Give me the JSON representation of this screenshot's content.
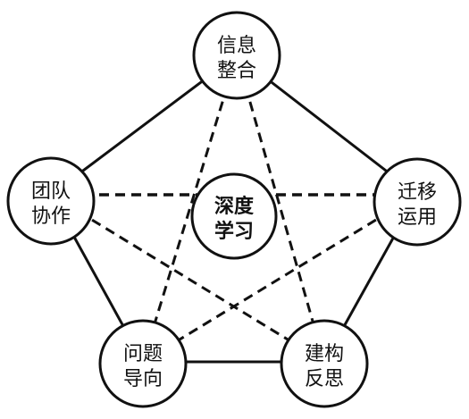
{
  "diagram": {
    "center": {
      "lines": [
        "深度",
        "学习"
      ]
    },
    "nodes": [
      {
        "id": "info",
        "lines": [
          "信息",
          "整合"
        ]
      },
      {
        "id": "transfer",
        "lines": [
          "迁移",
          "运用"
        ]
      },
      {
        "id": "reflect",
        "lines": [
          "建构",
          "反思"
        ]
      },
      {
        "id": "problem",
        "lines": [
          "问题",
          "导向"
        ]
      },
      {
        "id": "team",
        "lines": [
          "团队",
          "协作"
        ]
      }
    ],
    "colors": {
      "stroke": "#111111",
      "fill": "#ffffff",
      "text": "#111111"
    }
  }
}
